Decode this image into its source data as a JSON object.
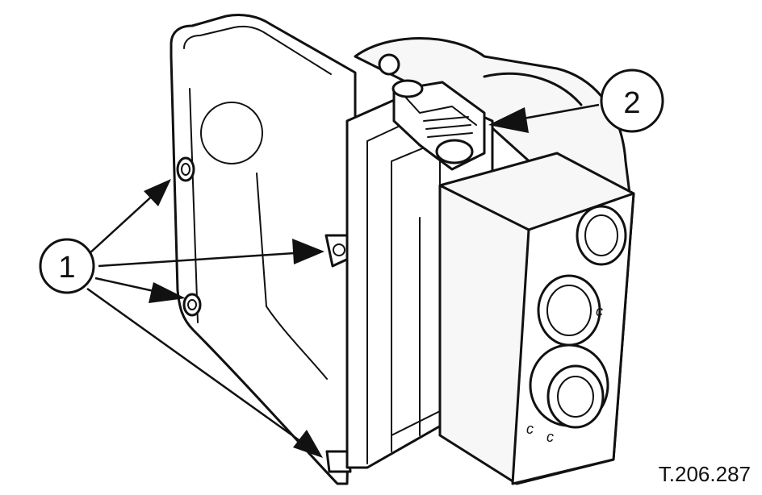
{
  "figure": {
    "reference_code": "T.206.287",
    "callouts": [
      {
        "id": 1,
        "label": "1"
      },
      {
        "id": 2,
        "label": "2"
      }
    ],
    "port_marks": [
      "c",
      "c",
      "c"
    ]
  }
}
